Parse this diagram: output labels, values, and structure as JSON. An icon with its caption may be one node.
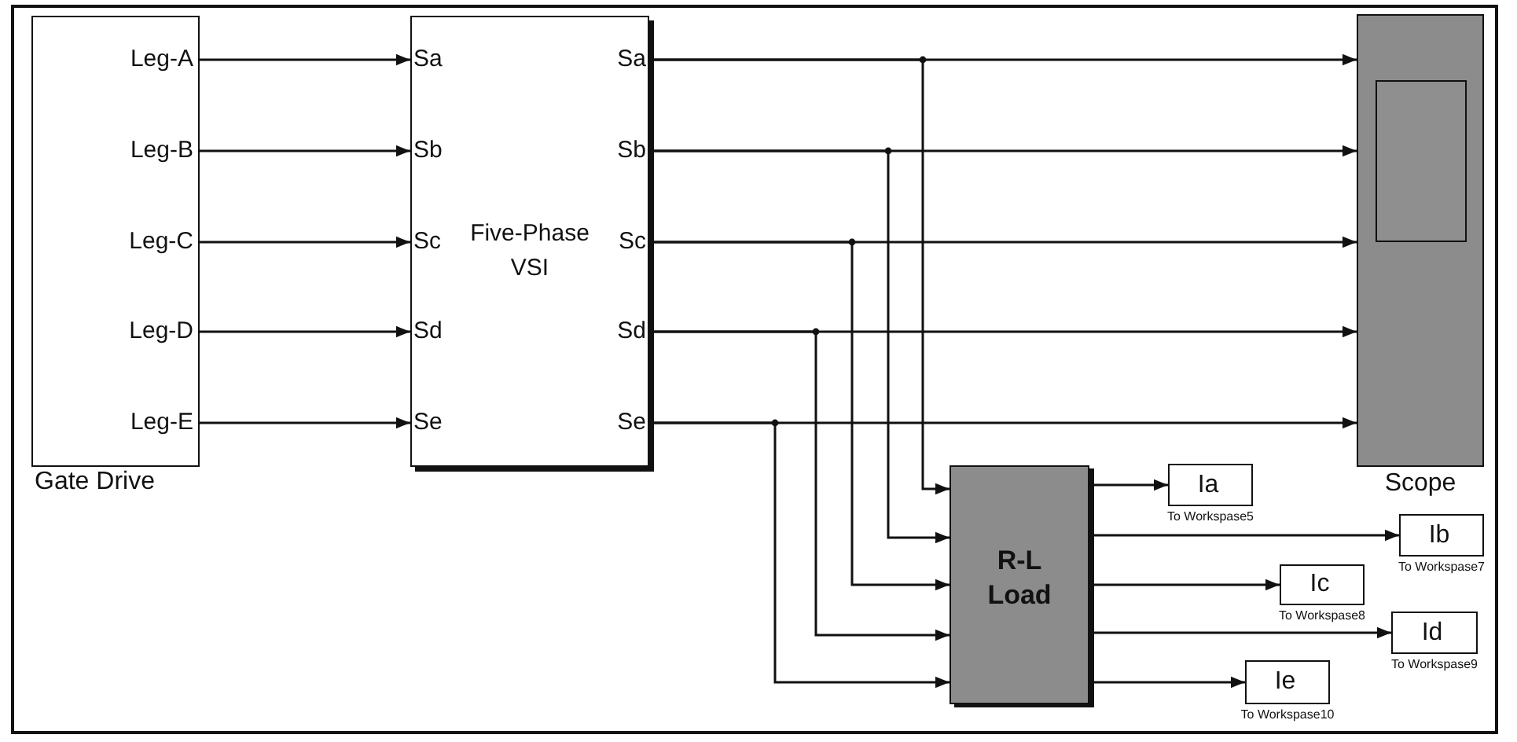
{
  "diagram": {
    "nodes": [
      {
        "text": [
          "Leg-A",
          "Leg-B",
          "Leg-C",
          "Leg-D",
          "Leg-E"
        ],
        "beside": [
          "Gate Drive"
        ]
      },
      {
        "text": [
          "Sa",
          "Sb",
          "Sc",
          "Sd",
          "Se",
          "Five-Phase VSI",
          "Sa",
          "Sb",
          "Sc",
          "Sd",
          "Se"
        ]
      },
      {
        "text": [],
        "shape": "box",
        "beside": [
          "Scope"
        ]
      },
      {
        "text": [
          "R-L Load"
        ]
      },
      {
        "text": [
          "Ia"
        ],
        "beside": [
          "To Workspase5"
        ]
      },
      {
        "text": [
          "Ib"
        ],
        "beside": [
          "To Workspase7"
        ]
      },
      {
        "text": [
          "Ic"
        ],
        "beside": [
          "To Workspase8"
        ]
      },
      {
        "text": [
          "Id"
        ],
        "beside": [
          "To Workspase9"
        ]
      },
      {
        "text": [
          "Ie"
        ],
        "beside": [
          "To Workspase10"
        ]
      }
    ],
    "edges": [
      {
        "from": 0,
        "to": 1,
        "arrow": "to"
      },
      {
        "from": 0,
        "to": 1,
        "arrow": "to"
      },
      {
        "from": 0,
        "to": 1,
        "arrow": "to"
      },
      {
        "from": 0,
        "to": 1,
        "arrow": "to"
      },
      {
        "from": 0,
        "to": 1,
        "arrow": "to"
      },
      {
        "from": 1,
        "to": 2,
        "arrow": "to"
      },
      {
        "from": 1,
        "to": 2,
        "arrow": "to"
      },
      {
        "from": 1,
        "to": 2,
        "arrow": "to"
      },
      {
        "from": 1,
        "to": 2,
        "arrow": "to"
      },
      {
        "from": 1,
        "to": 2,
        "arrow": "to"
      },
      {
        "from": 1,
        "to": 3,
        "arrow": "to"
      },
      {
        "from": 1,
        "to": 3,
        "arrow": "to"
      },
      {
        "from": 1,
        "to": 3,
        "arrow": "to"
      },
      {
        "from": 1,
        "to": 3,
        "arrow": "to"
      },
      {
        "from": 1,
        "to": 3,
        "arrow": "to"
      },
      {
        "from": 3,
        "to": 4,
        "arrow": "to"
      },
      {
        "from": 3,
        "to": 5,
        "arrow": "to"
      },
      {
        "from": 3,
        "to": 6,
        "arrow": "to"
      },
      {
        "from": 3,
        "to": 7,
        "arrow": "to"
      },
      {
        "from": 3,
        "to": 8,
        "arrow": "to"
      }
    ]
  }
}
